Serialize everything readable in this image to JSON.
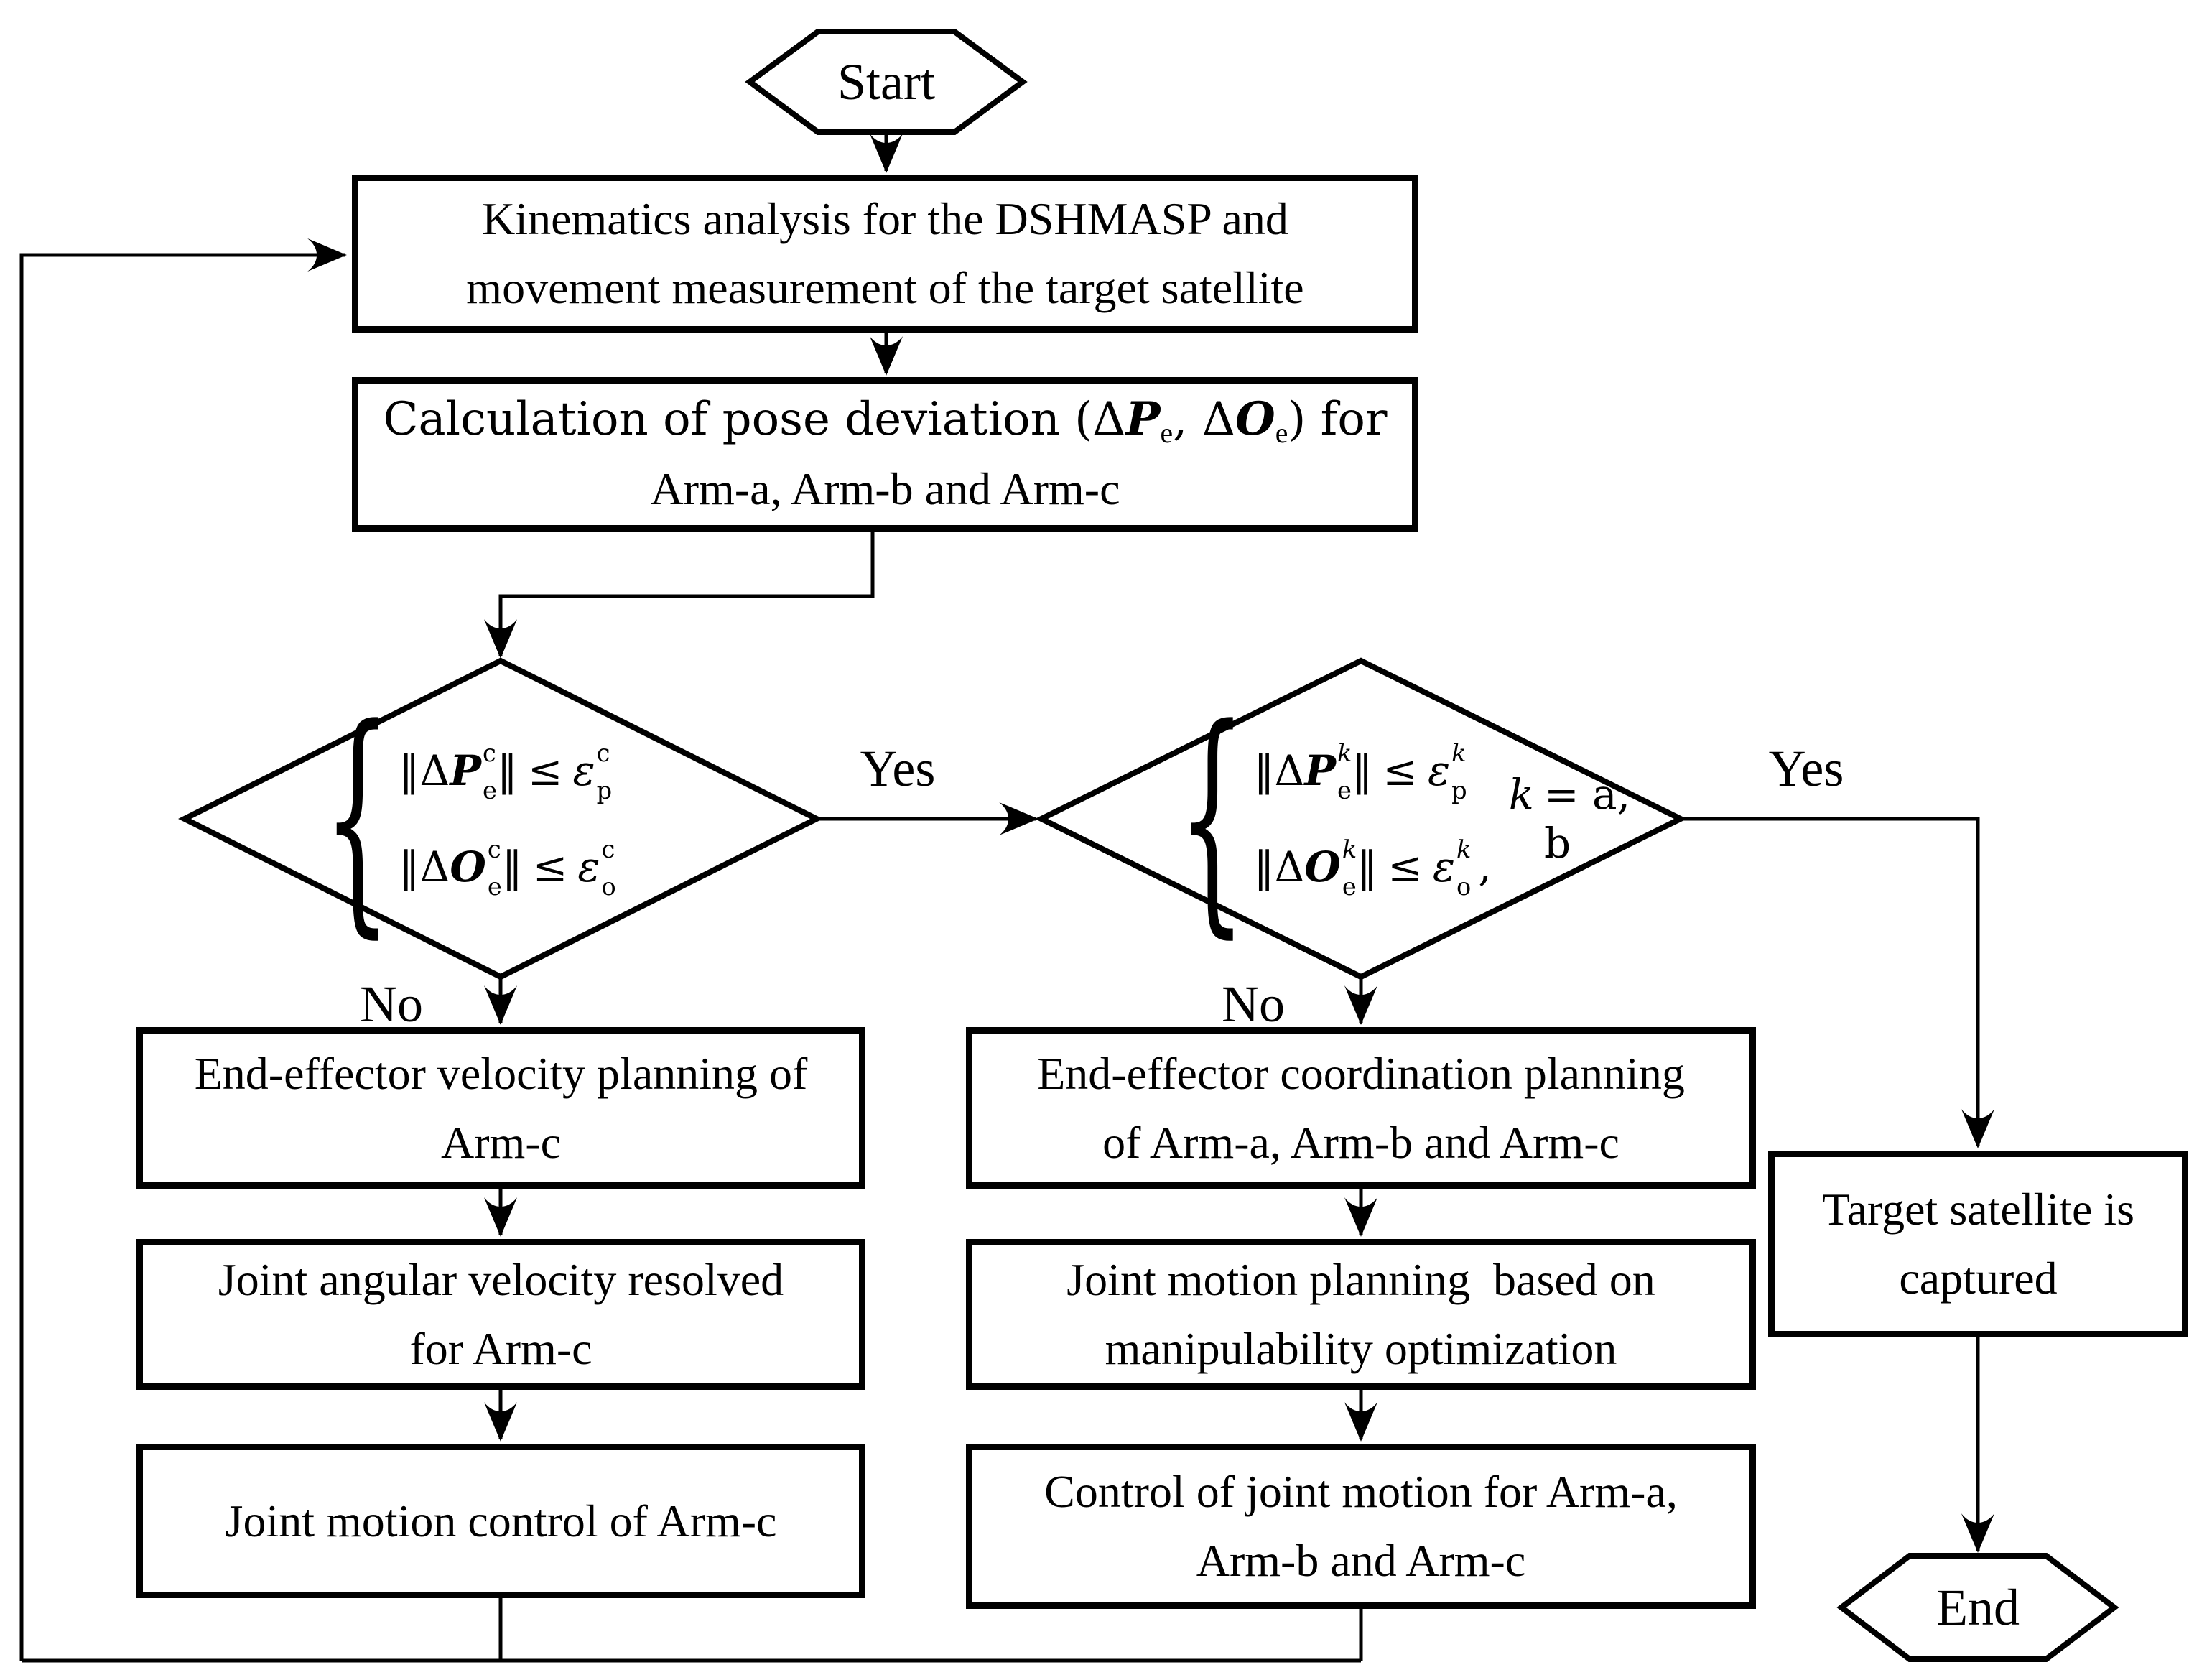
{
  "colors": {
    "stroke": "#000000",
    "background": "#ffffff"
  },
  "nodes": {
    "start": {
      "label": "Start"
    },
    "kinematics": {
      "lines": [
        "Kinematics analysis for the DSHMASP and",
        "movement measurement of the target satellite"
      ]
    },
    "pose": {
      "l1a": "Calculation of pose deviation (Δ",
      "p": "P",
      "sub1": "e",
      "l1b": ", Δ",
      "o": "O",
      "sub2": "e",
      "l1c": ") for",
      "line2": "Arm-a, Arm-b and Arm-c"
    },
    "ee_velocity": {
      "lines": [
        "End-effector velocity planning of",
        "Arm-c"
      ]
    },
    "joint_angular": {
      "lines": [
        "Joint angular velocity resolved",
        "for Arm-c"
      ]
    },
    "joint_control": {
      "lines": [
        "Joint motion control of Arm-c"
      ]
    },
    "ee_coordination": {
      "lines": [
        "End-effector coordination planning",
        "of Arm-a, Arm-b and Arm-c"
      ]
    },
    "joint_planning": {
      "lines": [
        "Joint motion planning  based on",
        "manipulability optimization"
      ]
    },
    "control_joint": {
      "lines": [
        "Control of joint motion for Arm-a,",
        "Arm-b and Arm-c"
      ]
    },
    "target": {
      "lines": [
        "Target satellite is",
        "captured"
      ]
    },
    "end": {
      "label": "End"
    }
  },
  "cond_c": {
    "brace": "{",
    "rows": [
      {
        "lead": "‖Δ",
        "var": "P",
        "sup": "c",
        "sub": "e",
        "close": "‖",
        "rel": "≤",
        "eps": "ε",
        "eps_sup": "c",
        "eps_sub": "p"
      },
      {
        "lead": "‖Δ",
        "var": "O",
        "sup": "c",
        "sub": "e",
        "close": "‖",
        "rel": "≤",
        "eps": "ε",
        "eps_sup": "c",
        "eps_sub": "o"
      }
    ]
  },
  "cond_k": {
    "brace": "{",
    "rows": [
      {
        "lead": "‖Δ",
        "var": "P",
        "sup": "k",
        "sub": "e",
        "close": "‖",
        "rel": "≤",
        "eps": "ε",
        "eps_sup": "k",
        "eps_sub": "p"
      },
      {
        "lead": "‖Δ",
        "var": "O",
        "sup": "k",
        "sub": "e",
        "close": "‖",
        "rel": "≤",
        "eps": "ε",
        "eps_sup": "k",
        "eps_sub": "o"
      }
    ],
    "comma": ",",
    "k_def": {
      "k": "k",
      "eq": "= a, b"
    }
  },
  "edges": {
    "yes_left": "Yes",
    "yes_right": "Yes",
    "no_left": "No",
    "no_right": "No"
  }
}
